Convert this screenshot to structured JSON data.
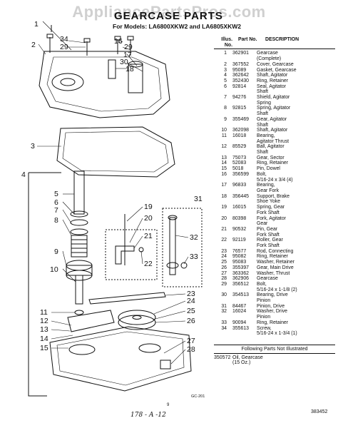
{
  "watermark": "AppliancePartsPros.com",
  "title": "GEARCASE PARTS",
  "models_line": "For Models: LA6800XKW2 and LA6805XKW2",
  "table_headers": {
    "illus": "Illus. No.",
    "part": "Part No.",
    "desc": "DESCRIPTION"
  },
  "parts": [
    {
      "no": "1",
      "part": "362901",
      "desc": "Gearcase"
    },
    {
      "no": "",
      "part": "",
      "desc": "(Complete)"
    },
    {
      "no": "2",
      "part": "367552",
      "desc": "Cover, Gearcase"
    },
    {
      "no": "3",
      "part": "95089",
      "desc": "Gasket, Gearcase"
    },
    {
      "no": "4",
      "part": "362642",
      "desc": "Shaft, Agitator"
    },
    {
      "no": "5",
      "part": "352430",
      "desc": "Ring, Retainer"
    },
    {
      "no": "6",
      "part": "92814",
      "desc": "Seal, Agitator"
    },
    {
      "no": "",
      "part": "",
      "desc": "Shaft"
    },
    {
      "no": "7",
      "part": "94276",
      "desc": "Shield, Agitator"
    },
    {
      "no": "",
      "part": "",
      "desc": "Spring"
    },
    {
      "no": "8",
      "part": "92815",
      "desc": "Spring, Agitator"
    },
    {
      "no": "",
      "part": "",
      "desc": "Shaft"
    },
    {
      "no": "9",
      "part": "355469",
      "desc": "Gear, Agitator"
    },
    {
      "no": "",
      "part": "",
      "desc": "Shaft"
    },
    {
      "no": "10",
      "part": "362098",
      "desc": "Shaft, Agitator"
    },
    {
      "no": "11",
      "part": "16018",
      "desc": "Bearing,"
    },
    {
      "no": "",
      "part": "",
      "desc": "Agitator Thrust"
    },
    {
      "no": "12",
      "part": "85529",
      "desc": "Ball, Agitator"
    },
    {
      "no": "",
      "part": "",
      "desc": "Shaft"
    },
    {
      "no": "13",
      "part": "75073",
      "desc": "Gear, Sector"
    },
    {
      "no": "14",
      "part": "52083",
      "desc": "Ring, Retainer"
    },
    {
      "no": "15",
      "part": "5018",
      "desc": "Pin, Dowel"
    },
    {
      "no": "16",
      "part": "356599",
      "desc": "Bolt,"
    },
    {
      "no": "",
      "part": "",
      "desc": "5/16-24 x 3/4 (4)"
    },
    {
      "no": "17",
      "part": "96833",
      "desc": "Bearing,"
    },
    {
      "no": "",
      "part": "",
      "desc": "Gear Fork"
    },
    {
      "no": "18",
      "part": "356445",
      "desc": "Support, Brake"
    },
    {
      "no": "",
      "part": "",
      "desc": "Shoe Yoke"
    },
    {
      "no": "19",
      "part": "16015",
      "desc": "Spring, Gear"
    },
    {
      "no": "",
      "part": "",
      "desc": "Fork Shaft"
    },
    {
      "no": "20",
      "part": "80398",
      "desc": "Fork, Agitator"
    },
    {
      "no": "",
      "part": "",
      "desc": "Gear"
    },
    {
      "no": "21",
      "part": "90532",
      "desc": "Pin, Gear"
    },
    {
      "no": "",
      "part": "",
      "desc": "Fork Shaft"
    },
    {
      "no": "22",
      "part": "92119",
      "desc": "Roller, Gear"
    },
    {
      "no": "",
      "part": "",
      "desc": "Fork Shaft"
    },
    {
      "no": "23",
      "part": "76577",
      "desc": "Rod, Connecting"
    },
    {
      "no": "24",
      "part": "95082",
      "desc": "Ring, Retainer"
    },
    {
      "no": "25",
      "part": "95083",
      "desc": "Washer, Retainer"
    },
    {
      "no": "26",
      "part": "355397",
      "desc": "Gear, Main Drive"
    },
    {
      "no": "27",
      "part": "363362",
      "desc": "Washer, Thrust"
    },
    {
      "no": "28",
      "part": "362906",
      "desc": "Gearcase"
    },
    {
      "no": "29",
      "part": "356512",
      "desc": "Bolt,"
    },
    {
      "no": "",
      "part": "",
      "desc": "5/16-24 x 1-1/8 (2)"
    },
    {
      "no": "30",
      "part": "354513",
      "desc": "Bearing, Drive"
    },
    {
      "no": "",
      "part": "",
      "desc": "Pinion"
    },
    {
      "no": "31",
      "part": "84467",
      "desc": "Pinion, Drive"
    },
    {
      "no": "32",
      "part": "16024",
      "desc": "Washer, Drive"
    },
    {
      "no": "",
      "part": "",
      "desc": "Pinion"
    },
    {
      "no": "33",
      "part": "90094",
      "desc": "Ring, Retainer"
    },
    {
      "no": "34",
      "part": "355613",
      "desc": "Screw,"
    },
    {
      "no": "",
      "part": "",
      "desc": "5/16-24 x 1-3/4 (1)"
    }
  ],
  "not_illustrated_heading": "Following Parts Not Illustrated",
  "not_illustrated": [
    {
      "part": "350572",
      "desc": "Oil, Gearcase"
    },
    {
      "part": "",
      "desc": "(15 Oz.)"
    }
  ],
  "page_code": "383452",
  "figure_code": "GC-201",
  "handwritten": "178 - A -12",
  "small_marker": "9",
  "callouts": {
    "c1": "1",
    "c2": "2",
    "c3": "3",
    "c4": "4",
    "c5": "5",
    "c6": "6",
    "c7": "7",
    "c8": "8",
    "c9": "9",
    "c10": "10",
    "c11": "11",
    "c12": "12",
    "c13": "13",
    "c14": "14",
    "c15": "15",
    "c16": "16",
    "c17": "17",
    "c18": "18",
    "c19": "19",
    "c20": "20",
    "c21": "21",
    "c22": "22",
    "c23": "23",
    "c24": "24",
    "c25": "25",
    "c26": "26",
    "c27": "27",
    "c28": "28",
    "c29": "29",
    "c29b": "29",
    "c30": "30",
    "c31": "31",
    "c32": "32",
    "c33": "33",
    "c34": "34"
  }
}
